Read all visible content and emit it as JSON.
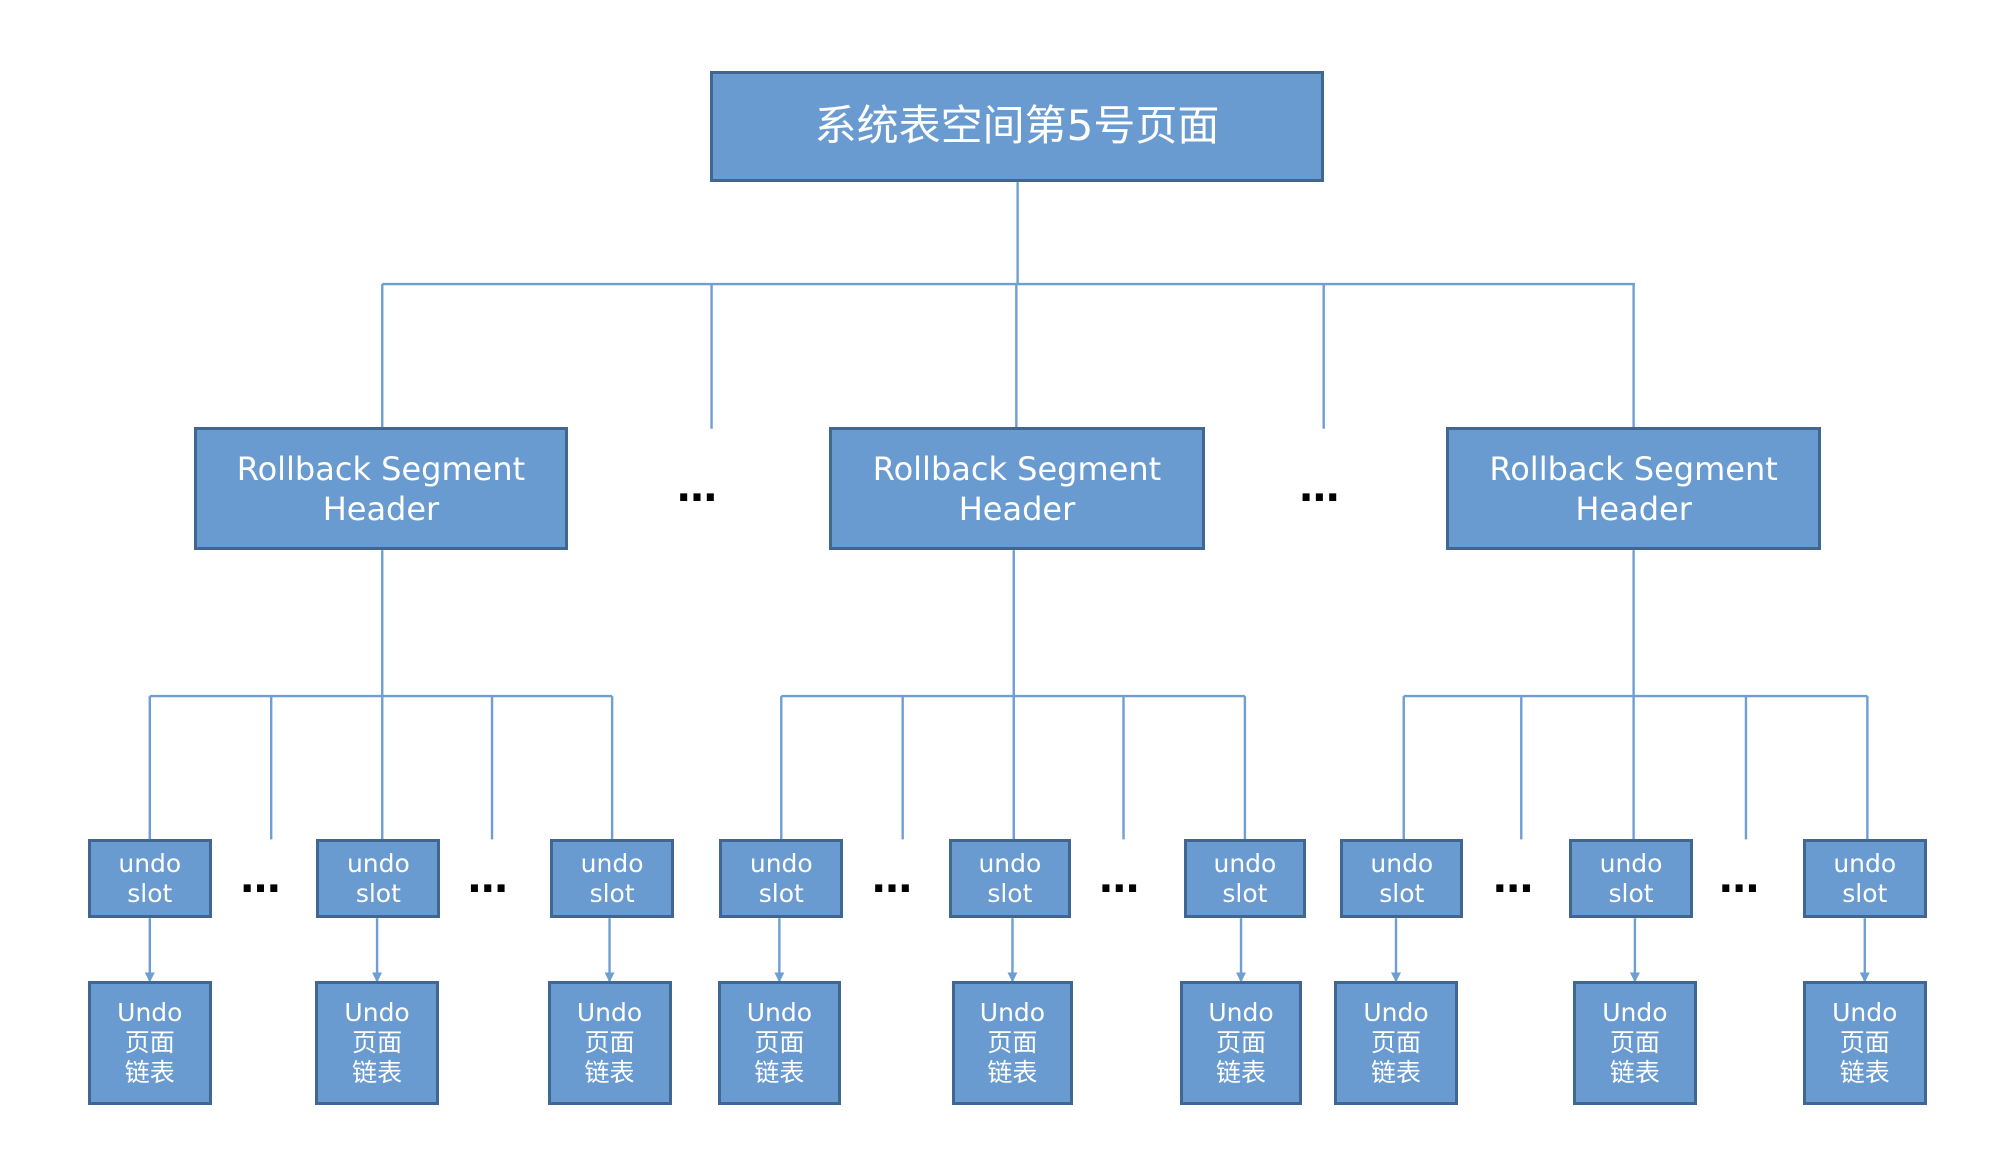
{
  "diagram": {
    "line_color": "#6f9ed3",
    "box_fill": "#6a9bd0",
    "box_border": "#3f6791",
    "root": {
      "label": "系统表空间第5号页面"
    },
    "segment_label": "Rollback Segment\nHeader",
    "slot_label": "undo\nslot",
    "page_label": "Undo\n页面\n链表",
    "ellipsis": "…",
    "segments": [
      {
        "label": "Rollback Segment\nHeader",
        "slots": [
          "undo\nslot",
          "undo\nslot",
          "undo\nslot"
        ],
        "pages": [
          "Undo\n页面\n链表",
          "Undo\n页面\n链表",
          "Undo\n页面\n链表"
        ]
      },
      {
        "label": "Rollback Segment\nHeader",
        "slots": [
          "undo\nslot",
          "undo\nslot",
          "undo\nslot"
        ],
        "pages": [
          "Undo\n页面\n链表",
          "Undo\n页面\n链表",
          "Undo\n页面\n链表"
        ]
      },
      {
        "label": "Rollback Segment\nHeader",
        "slots": [
          "undo\nslot",
          "undo\nslot",
          "undo\nslot"
        ],
        "pages": [
          "Undo\n页面\n链表",
          "Undo\n页面\n链表",
          "Undo\n页面\n链表"
        ]
      }
    ]
  }
}
